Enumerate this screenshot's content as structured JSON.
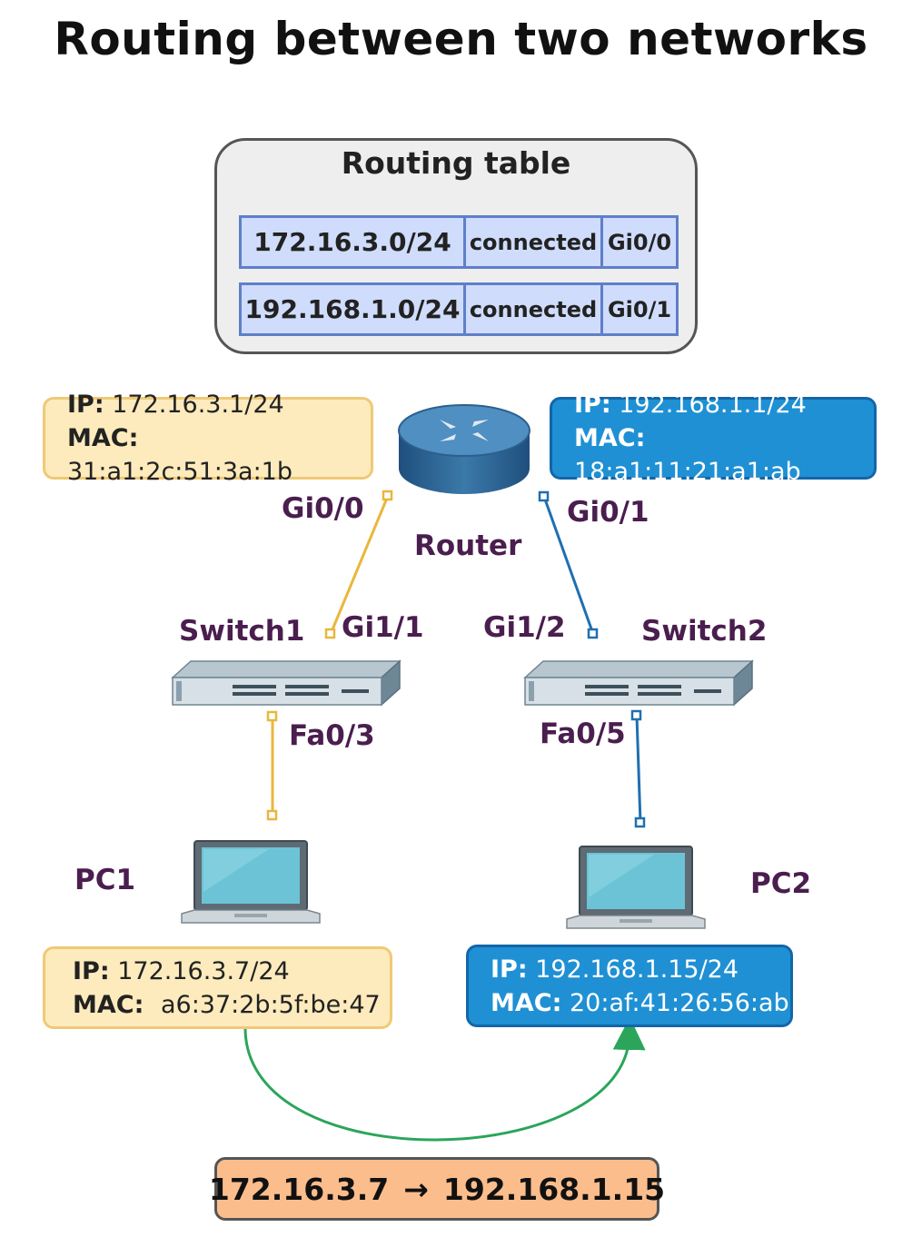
{
  "title": "Routing between two networks",
  "routing_table": {
    "title": "Routing table",
    "rows": [
      {
        "network": "172.16.3.0/24",
        "type": "connected",
        "interface": "Gi0/0"
      },
      {
        "network": "192.168.1.0/24",
        "type": "connected",
        "interface": "Gi0/1"
      }
    ]
  },
  "router": {
    "label": "Router",
    "left_port": "Gi0/0",
    "right_port": "Gi0/1",
    "left_info": {
      "ip_label": "IP:",
      "ip": "172.16.3.1/24",
      "mac_label": "MAC:",
      "mac": "31:a1:2c:51:3a:1b"
    },
    "right_info": {
      "ip_label": "IP:",
      "ip": "192.168.1.1/24",
      "mac_label": "MAC:",
      "mac": "18:a1:11:21:a1:ab"
    }
  },
  "switch1": {
    "label": "Switch1",
    "uplink_port": "Gi1/1",
    "access_port": "Fa0/3"
  },
  "switch2": {
    "label": "Switch2",
    "uplink_port": "Gi1/2",
    "access_port": "Fa0/5"
  },
  "pc1": {
    "label": "PC1",
    "ip_label": "IP:",
    "ip": "172.16.3.7/24",
    "mac_label": "MAC:",
    "mac": "a6:37:2b:5f:be:47"
  },
  "pc2": {
    "label": "PC2",
    "ip_label": "IP:",
    "ip": "192.168.1.15/24",
    "mac_label": "MAC:",
    "mac": "20:af:41:26:56:ab"
  },
  "packet": {
    "source": "172.16.3.7",
    "arrow": "→",
    "destination": "192.168.1.15"
  },
  "colors": {
    "network_a_link": "#e9b73c",
    "network_b_link": "#1f6fb0",
    "packet_path": "#2aa55a",
    "yellow_box": "#fdebbd",
    "blue_box": "#1f90d4",
    "table_cell": "#cfdcfb",
    "packet_box": "#fbbd8c"
  },
  "icons": {
    "router": "router-icon",
    "switch": "switch-icon",
    "pc": "laptop-icon"
  }
}
